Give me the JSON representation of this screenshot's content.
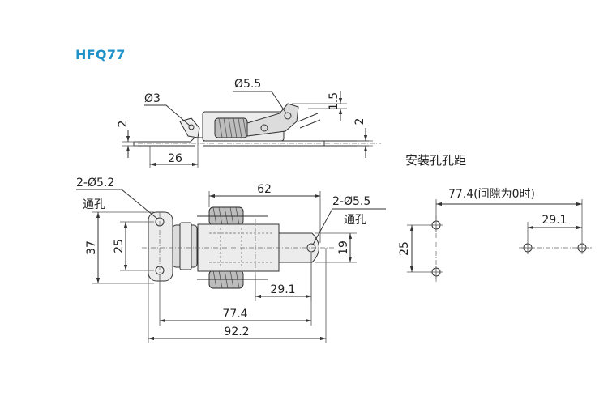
{
  "title": "HFQ77",
  "side_view": {
    "d_hole_small": "Ø3",
    "d_hole_large": "Ø5.5",
    "t_left": "2",
    "t_right": "2",
    "t_top": "1.5",
    "len": "26"
  },
  "top_view": {
    "left_holes": "2-Ø5.2",
    "left_holes_note": "通孔",
    "right_hole": "2-Ø5.5",
    "right_hole_note": "通孔",
    "spring_len": "62",
    "h_outer": "37",
    "h_pitch": "25",
    "hook_w": "19",
    "gap": "29.1",
    "pitch_total": "77.4",
    "overall": "92.2"
  },
  "mounting": {
    "title": "安装孔孔距",
    "pitch": "77.4(间隙为0时)",
    "gap": "29.1",
    "v_pitch": "25"
  },
  "colors": {
    "title": "#1f93c9",
    "line": "#333333"
  }
}
